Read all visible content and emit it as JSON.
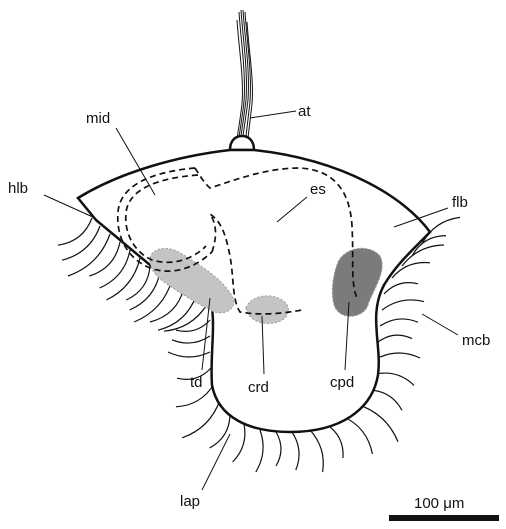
{
  "labels": {
    "at": "at",
    "mid": "mid",
    "hlb": "hlb",
    "es": "es",
    "flb": "flb",
    "mcb": "mcb",
    "td": "td",
    "crd": "crd",
    "cpd": "cpd",
    "lap": "lap"
  },
  "scale_bar": {
    "label": "100 μm"
  },
  "colors": {
    "outline": "#111111",
    "cilia": "#111111",
    "td_patch": "#c4c4c4",
    "crd_patch": "#c4c4c4",
    "cpd_patch": "#7b7b7b",
    "patch_border": "#9a9a9a"
  }
}
